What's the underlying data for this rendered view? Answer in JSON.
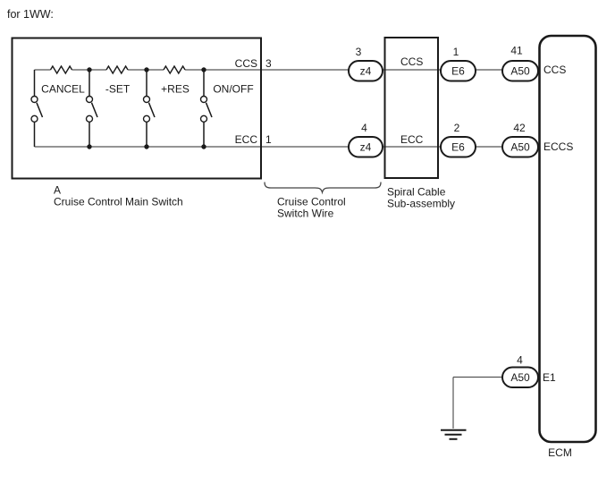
{
  "title": "for 1WW:",
  "colors": {
    "symbol": "#1a1a1a",
    "wire": "#555555",
    "background": "#ffffff"
  },
  "main_switch": {
    "ref": "A",
    "name": "Cruise Control Main Switch",
    "switches": [
      "CANCEL",
      "-SET",
      "+RES",
      "ON/OFF"
    ],
    "terminals": {
      "ccs": {
        "label": "CCS",
        "pin": "3"
      },
      "ecc": {
        "label": "ECC",
        "pin": "1"
      }
    }
  },
  "switch_wire": {
    "name_line1": "Cruise Control",
    "name_line2": "Switch Wire"
  },
  "spiral_cable": {
    "name_line1": "Spiral Cable",
    "name_line2": "Sub-assembly",
    "terminals": {
      "ccs": "CCS",
      "ecc": "ECC"
    }
  },
  "connectors": {
    "z4_ccs": {
      "pin": "3",
      "code": "z4"
    },
    "z4_ecc": {
      "pin": "4",
      "code": "z4"
    },
    "e6_ccs": {
      "pin": "1",
      "code": "E6"
    },
    "e6_ecc": {
      "pin": "2",
      "code": "E6"
    },
    "a50_ccs": {
      "pin": "41",
      "code": "A50"
    },
    "a50_eccs": {
      "pin": "42",
      "code": "A50"
    },
    "a50_e1": {
      "pin": "4",
      "code": "A50"
    }
  },
  "ecm": {
    "name": "ECM",
    "terminals": {
      "ccs": "CCS",
      "eccs": "ECCS",
      "e1": "E1"
    }
  }
}
